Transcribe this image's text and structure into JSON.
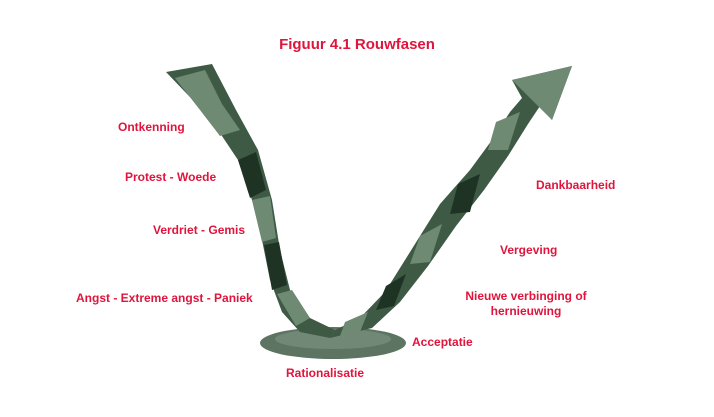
{
  "title": "Figuur 4.1 Rouwfasen",
  "colors": {
    "label": "#e0143c",
    "ribbon_light": "#6e8a73",
    "ribbon_mid": "#3e5a45",
    "ribbon_dark": "#1e3324",
    "base": "#5d7462"
  },
  "stages": [
    {
      "label": "Ontkenning"
    },
    {
      "label": "Protest - Woede"
    },
    {
      "label": "Verdriet - Gemis"
    },
    {
      "label": "Angst - Extreme angst - Paniek"
    },
    {
      "label": "Rationalisatie"
    },
    {
      "label": "Acceptatie"
    },
    {
      "label": "Nieuwe verbinging of"
    },
    {
      "label": "hernieuwing"
    },
    {
      "label": "Vergeving"
    },
    {
      "label": "Dankbaarheid"
    }
  ]
}
